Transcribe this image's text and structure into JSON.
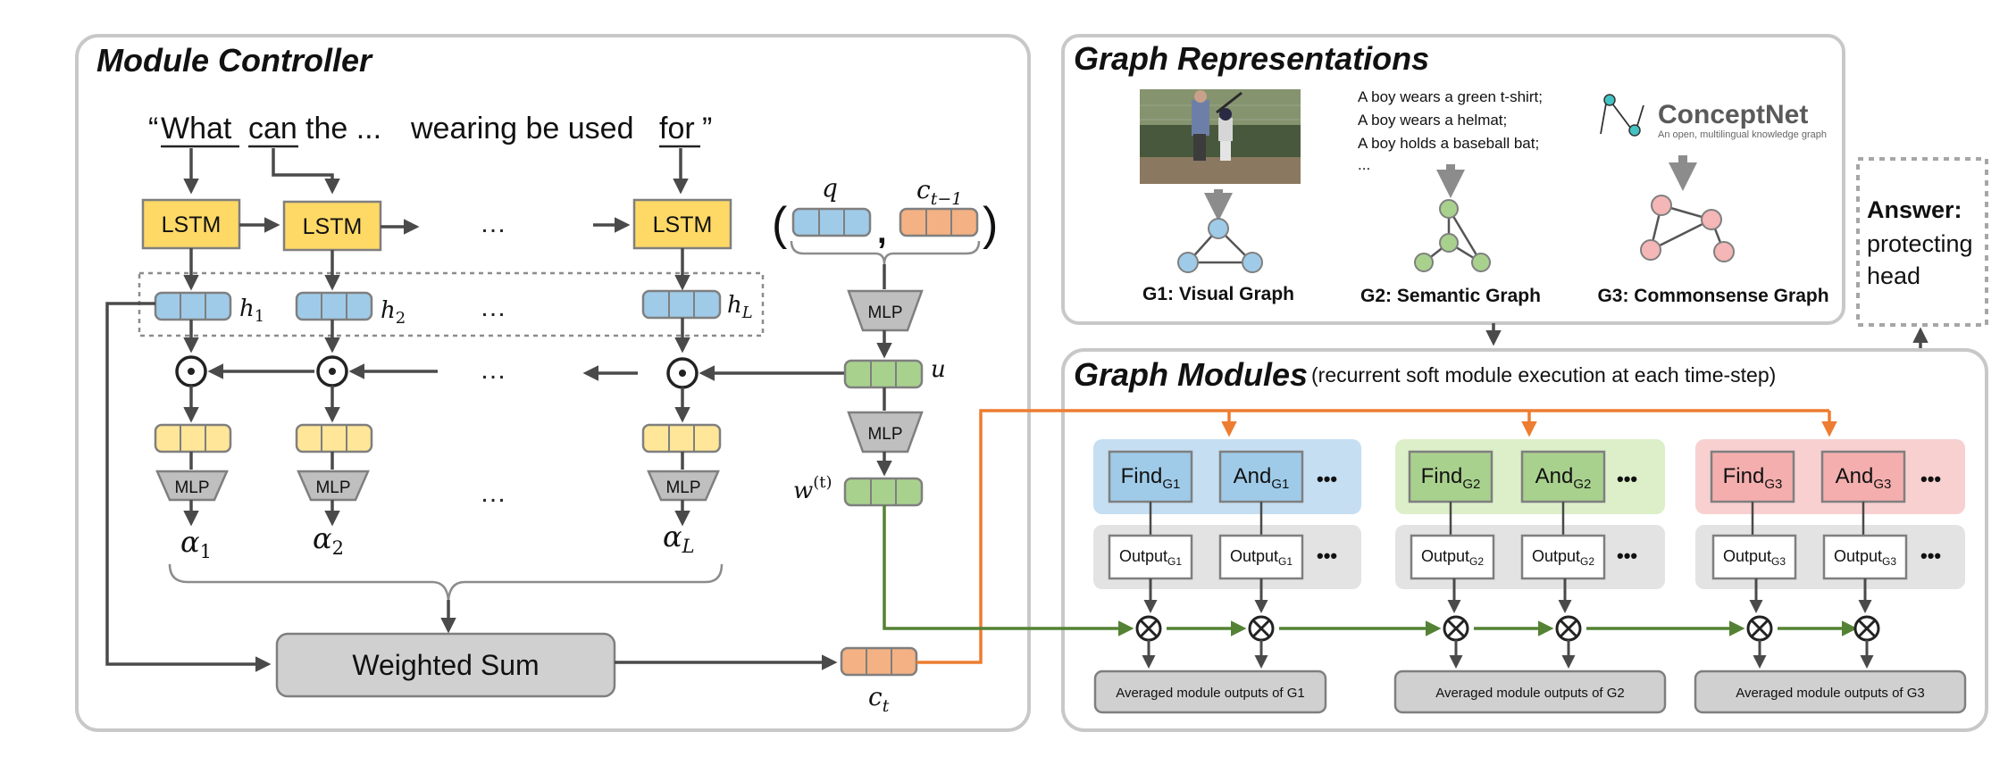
{
  "module_controller": {
    "title": "Module Controller",
    "question": {
      "open_quote": "“",
      "words": [
        "What",
        "can",
        "the ...",
        "wearing be used",
        "for"
      ],
      "close_quote": "”"
    },
    "lstm_label": "LSTM",
    "mlp_label": "MLP",
    "weighted_sum_label": "Weighted Sum",
    "hidden_labels": {
      "h1": "h",
      "h1_sub": "1",
      "h2": "h",
      "h2_sub": "2",
      "hL": "h",
      "hL_sub": "L"
    },
    "alpha_labels": {
      "a1": "α",
      "a1_sub": "1",
      "a2": "α",
      "a2_sub": "2",
      "aL": "α",
      "aL_sub": "L"
    },
    "q_label": "q",
    "c_prev_label": "c",
    "c_prev_sub": "t−1",
    "u_label": "u",
    "w_label": "w",
    "w_sup": "(t)",
    "c_t_label": "c",
    "c_t_sub": "t",
    "ellipsis": "…",
    "open_paren": "(",
    "close_paren": ")",
    "comma": ","
  },
  "graph_representations": {
    "title": "Graph Representations",
    "semantic_sentences": [
      "A boy wears a green t-shirt;",
      "A boy wears a helmat;",
      "A boy holds a baseball bat;",
      "..."
    ],
    "conceptnet_name": "ConceptNet",
    "conceptnet_tagline": "An open, multilingual knowledge graph",
    "g1_caption": "G1: Visual Graph",
    "g2_caption": "G2: Semantic Graph",
    "g3_caption": "G3: Commonsense Graph"
  },
  "answer": {
    "label": "Answer:",
    "line1": "protecting",
    "line2": "head"
  },
  "graph_modules": {
    "title": "Graph Modules",
    "subtitle": "(recurrent soft module execution at each time-step)",
    "find": "Find",
    "and": "And",
    "output": "Output",
    "ellipsis": "•••",
    "groups": [
      {
        "sub": "G1",
        "avg": "Averaged module outputs of G1"
      },
      {
        "sub": "G2",
        "avg": "Averaged module outputs of G2"
      },
      {
        "sub": "G3",
        "avg": "Averaged module outputs of G3"
      }
    ]
  },
  "colors": {
    "lstm_fill": "#ffd966",
    "hidden_blue": "#9fcbe8",
    "light_yellow": "#ffe699",
    "green": "#a9d18e",
    "orange": "#f4b183",
    "mlp_gray": "#bfbfbf",
    "wsum_gray": "#d0d0d0",
    "panel_border": "#c8c8c8",
    "group1_bg": "#c5def2",
    "group2_bg": "#dcefc9",
    "group3_bg": "#f8d0d0",
    "find_blue": "#9fcbe8",
    "find_green": "#a9d18e",
    "find_pink": "#f4aeae",
    "output_bg": "#e3e3e3",
    "orange_line": "#ed7d31",
    "green_line": "#548235",
    "node_blue": "#9fcbe8",
    "node_green": "#a9d18e",
    "node_pink": "#f4b6b6"
  }
}
